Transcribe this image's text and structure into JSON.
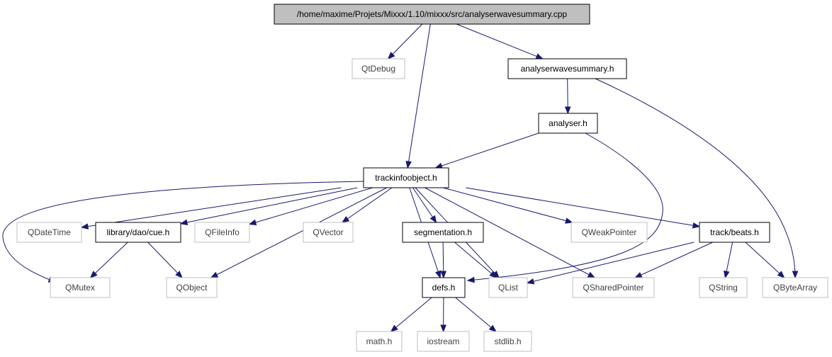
{
  "colors": {
    "edge": "#191970",
    "root_fill": "#bfbfbf",
    "internal_border": "#000000",
    "external_border": "#bfbfbf",
    "external_text": "#404040",
    "node_fill": "#ffffff"
  },
  "nodes": {
    "root": {
      "label": "/home/maxime/Projets/Mixxx/1.10/mixxx/src/analyserwavesummary.cpp",
      "kind": "root"
    },
    "qtdebug": {
      "label": "QtDebug",
      "kind": "external"
    },
    "analyserwavesummary_h": {
      "label": "analyserwavesummary.h",
      "kind": "internal"
    },
    "analyser_h": {
      "label": "analyser.h",
      "kind": "internal"
    },
    "trackinfoobject_h": {
      "label": "trackinfoobject.h",
      "kind": "internal"
    },
    "qdatetime": {
      "label": "QDateTime",
      "kind": "external"
    },
    "cue_h": {
      "label": "library/dao/cue.h",
      "kind": "internal"
    },
    "qfileinfo": {
      "label": "QFileInfo",
      "kind": "external"
    },
    "qvector": {
      "label": "QVector",
      "kind": "external"
    },
    "segmentation_h": {
      "label": "segmentation.h",
      "kind": "internal"
    },
    "qweakpointer": {
      "label": "QWeakPointer",
      "kind": "external"
    },
    "beats_h": {
      "label": "track/beats.h",
      "kind": "internal"
    },
    "qmutex": {
      "label": "QMutex",
      "kind": "external"
    },
    "qobject": {
      "label": "QObject",
      "kind": "external"
    },
    "defs_h": {
      "label": "defs.h",
      "kind": "internal"
    },
    "qlist": {
      "label": "QList",
      "kind": "external"
    },
    "qsharedpointer": {
      "label": "QSharedPointer",
      "kind": "external"
    },
    "qstring": {
      "label": "QString",
      "kind": "external"
    },
    "qbytearray": {
      "label": "QByteArray",
      "kind": "external"
    },
    "math_h": {
      "label": "math.h",
      "kind": "external"
    },
    "iostream": {
      "label": "iostream",
      "kind": "external"
    },
    "stdlib_h": {
      "label": "stdlib.h",
      "kind": "external"
    }
  },
  "edges": [
    [
      "root",
      "qtdebug"
    ],
    [
      "root",
      "analyserwavesummary_h"
    ],
    [
      "root",
      "trackinfoobject_h"
    ],
    [
      "analyserwavesummary_h",
      "analyser_h"
    ],
    [
      "analyserwavesummary_h",
      "qbytearray"
    ],
    [
      "analyser_h",
      "trackinfoobject_h"
    ],
    [
      "analyser_h",
      "defs_h"
    ],
    [
      "trackinfoobject_h",
      "qdatetime"
    ],
    [
      "trackinfoobject_h",
      "cue_h"
    ],
    [
      "trackinfoobject_h",
      "qfileinfo"
    ],
    [
      "trackinfoobject_h",
      "qvector"
    ],
    [
      "trackinfoobject_h",
      "segmentation_h"
    ],
    [
      "trackinfoobject_h",
      "qweakpointer"
    ],
    [
      "trackinfoobject_h",
      "beats_h"
    ],
    [
      "trackinfoobject_h",
      "qmutex"
    ],
    [
      "trackinfoobject_h",
      "qobject"
    ],
    [
      "trackinfoobject_h",
      "defs_h"
    ],
    [
      "trackinfoobject_h",
      "qlist"
    ],
    [
      "trackinfoobject_h",
      "qsharedpointer"
    ],
    [
      "cue_h",
      "qmutex"
    ],
    [
      "cue_h",
      "qobject"
    ],
    [
      "segmentation_h",
      "defs_h"
    ],
    [
      "segmentation_h",
      "qlist"
    ],
    [
      "beats_h",
      "qlist"
    ],
    [
      "beats_h",
      "qsharedpointer"
    ],
    [
      "beats_h",
      "qstring"
    ],
    [
      "beats_h",
      "qbytearray"
    ],
    [
      "defs_h",
      "math_h"
    ],
    [
      "defs_h",
      "iostream"
    ],
    [
      "defs_h",
      "stdlib_h"
    ]
  ]
}
